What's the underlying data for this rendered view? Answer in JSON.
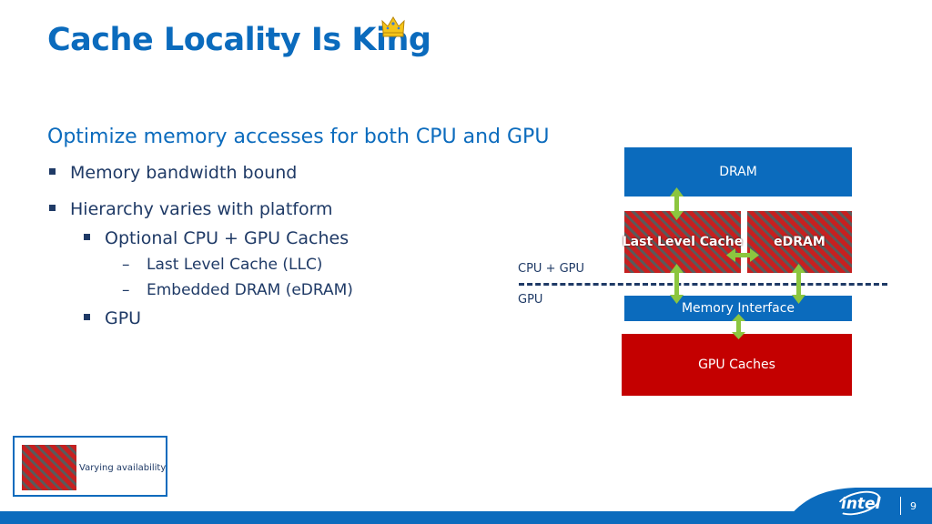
{
  "slide": {
    "title": "Cache Locality Is King",
    "subtitle": "Optimize memory accesses for both CPU and GPU",
    "bullets": {
      "b1": "Memory bandwidth bound",
      "b2": "Hierarchy varies with platform",
      "b3": "Optional CPU + GPU Caches",
      "b4": "Last Level Cache (LLC)",
      "b5": "Embedded DRAM (eDRAM)",
      "b6": "GPU"
    },
    "dash_marker": "–",
    "page_number": "9",
    "logo_text": "intel"
  },
  "diagram": {
    "dram": "DRAM",
    "llc": "Last Level Cache",
    "edram": "eDRAM",
    "memory_interface": "Memory Interface",
    "gpu_caches": "GPU Caches",
    "cpu_gpu_label": "CPU + GPU",
    "gpu_label": "GPU"
  },
  "legend": {
    "label": "Varying availability"
  },
  "colors": {
    "title_blue": "#0b6bbd",
    "box_blue": "#0b6bbd",
    "box_red": "#c40000",
    "arrow_green": "#8cc63f",
    "hatch_red": "#c62020",
    "hatch_gray": "#5a5a5a"
  }
}
